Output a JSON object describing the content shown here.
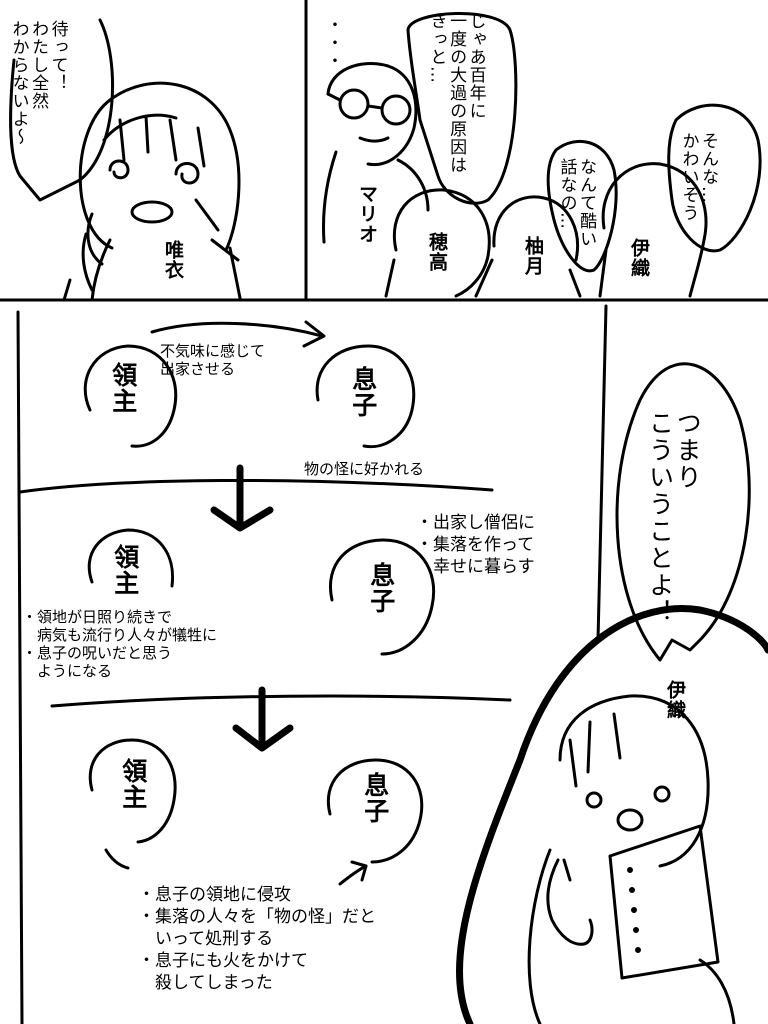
{
  "panel1": {
    "speech": "待って！\nわたし全然\nわからないよ〜",
    "name": "唯衣"
  },
  "panel2": {
    "dots": "・・・",
    "speech": "じゃあ百年に\n一度の大過の原因は\nきっと…",
    "speech_kawaiisou": "そんな…\nかわいそう",
    "speech_hidoi": "なんて酷い\n話なの…",
    "names": {
      "mario": "マリオ",
      "hotaka": "穂高",
      "yuzuki": "柚月",
      "iori": "伊織"
    }
  },
  "panel3": {
    "step1": {
      "lord": "領主",
      "son": "息子",
      "action": "不気味に感じて\n出家させる",
      "son_note": "物の怪に好かれる"
    },
    "step2": {
      "lord": "領主",
      "son": "息子",
      "son_note": "・出家し僧侶に\n・集落を作って\n　幸せに暮らす",
      "lord_note": "・領地が日照り続きで\n　病気も流行り人々が犠牲に\n・息子の呪いだと思う\n　ようになる"
    },
    "step3": {
      "lord": "領主",
      "son": "息子",
      "lord_note": "・息子の領地に侵攻\n・集落の人々を「物の怪」だと\n　いって処刑する\n・息子にも火をかけて\n　殺してしまった"
    },
    "speech": "つまり\nこういうことよ！",
    "name": "伊織"
  }
}
